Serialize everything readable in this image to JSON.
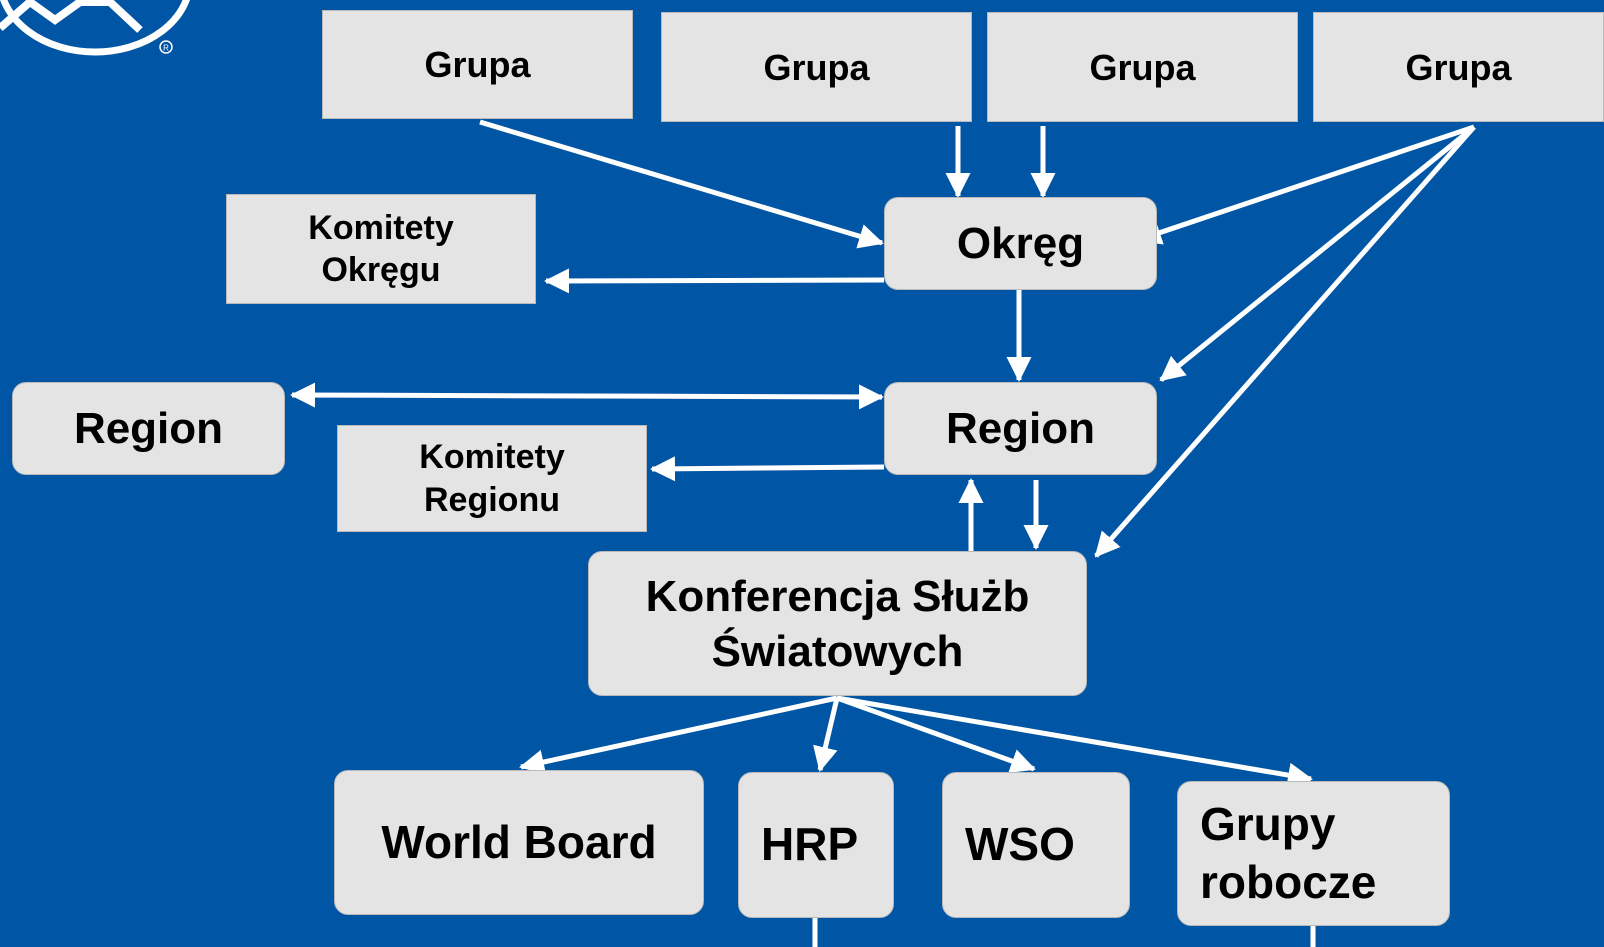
{
  "diagram": {
    "groups": [
      "Grupa",
      "Grupa",
      "Grupa",
      "Grupa"
    ],
    "district": "Okręg",
    "district_committees": "Komitety\nOkręgu",
    "region_main": "Region",
    "region_other": "Region",
    "region_committees": "Komitety\nRegionu",
    "world_conference": "Konferencja Służb\nŚwiatowych",
    "world_board": "World Board",
    "hrp": "HRP",
    "wso": "WSO",
    "working_groups": "Grupy\nrobocze"
  },
  "colors": {
    "background": "#0055a5",
    "box": "#e4e4e4",
    "arrow": "#ffffff"
  }
}
